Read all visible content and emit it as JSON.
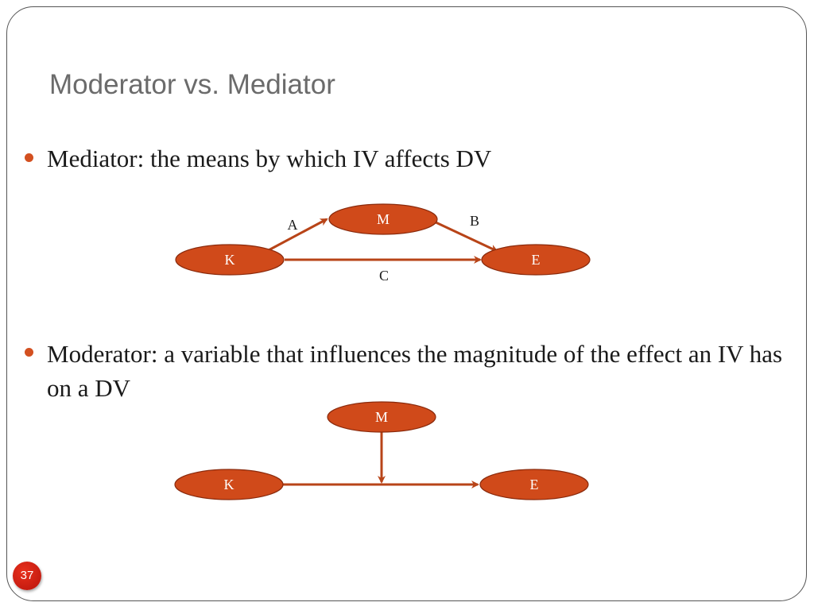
{
  "slide": {
    "title": "Moderator vs. Mediator",
    "bullets": [
      "Mediator: the means by which IV affects DV",
      "Moderator: a variable that influences the magnitude of the effect an IV has on a DV"
    ],
    "page_number": "37"
  },
  "colors": {
    "node_fill": "#d04a1a",
    "node_stroke": "#8a2a0c",
    "arrow": "#b84418",
    "bullet": "#d35020",
    "title_text": "#6b6b6b"
  },
  "mediator_diagram": {
    "nodes": {
      "k": "K",
      "m": "M",
      "e": "E"
    },
    "edges": {
      "a": "A",
      "b": "B",
      "c": "C"
    }
  },
  "moderator_diagram": {
    "nodes": {
      "k": "K",
      "m": "M",
      "e": "E"
    }
  }
}
